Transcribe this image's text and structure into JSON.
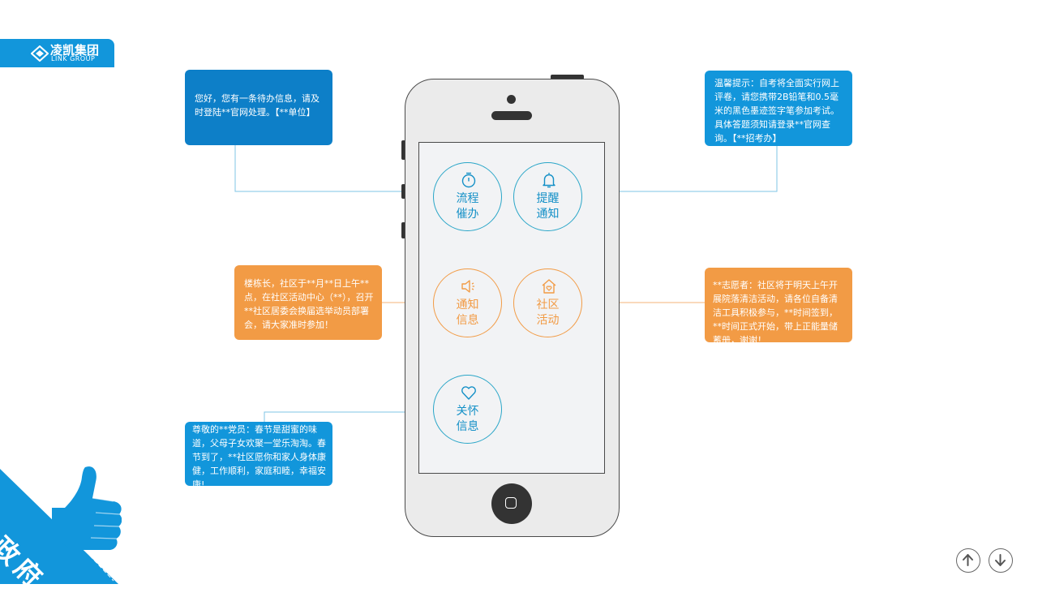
{
  "logo": {
    "name_cn": "凌凯集团",
    "name_en": "LINK GROUP"
  },
  "callouts": {
    "top_left": "您好，您有一条待办信息，请及时登陆**官网处理。【**单位】",
    "top_right": "温馨提示：自考将全面实行网上评卷，请您携带2B铅笔和0.5毫米的黑色墨迹签字笔参加考试。具体答题须知请登录**官网查询。【**招考办】",
    "middle_left": "楼栋长，社区于**月**日上午**点，在社区活动中心（**），召开**社区居委会换届选举动员部署会，请大家准时参加！",
    "middle_right": "**志愿者：社区将于明天上午开展院落清洁活动，请各位自备清洁工具积极参与，**时间签到，**时间正式开始，带上正能量储蓄册，谢谢！",
    "bottom_left": "尊敬的**党员：春节是甜蜜的味道，父母子女欢聚一堂乐淘淘。春节到了，**社区愿你和家人身体康健，工作顺利，家庭和睦，幸福安康!"
  },
  "features": [
    {
      "line1": "流程",
      "line2": "催办",
      "icon": "stopwatch-icon",
      "color": "#1490c7"
    },
    {
      "line1": "提醒",
      "line2": "通知",
      "icon": "bell-icon",
      "color": "#1490c7"
    },
    {
      "line1": "通知",
      "line2": "信息",
      "icon": "speaker-icon",
      "color": "#f29b45"
    },
    {
      "line1": "社区",
      "line2": "活动",
      "icon": "home-heart-icon",
      "color": "#f29b45"
    },
    {
      "line1": "关怀",
      "line2": "信息",
      "icon": "heart-icon",
      "color": "#1490c7"
    }
  ],
  "corner_label": "政府",
  "nav": {
    "up": "arrow-up-icon",
    "down": "arrow-down-icon"
  }
}
